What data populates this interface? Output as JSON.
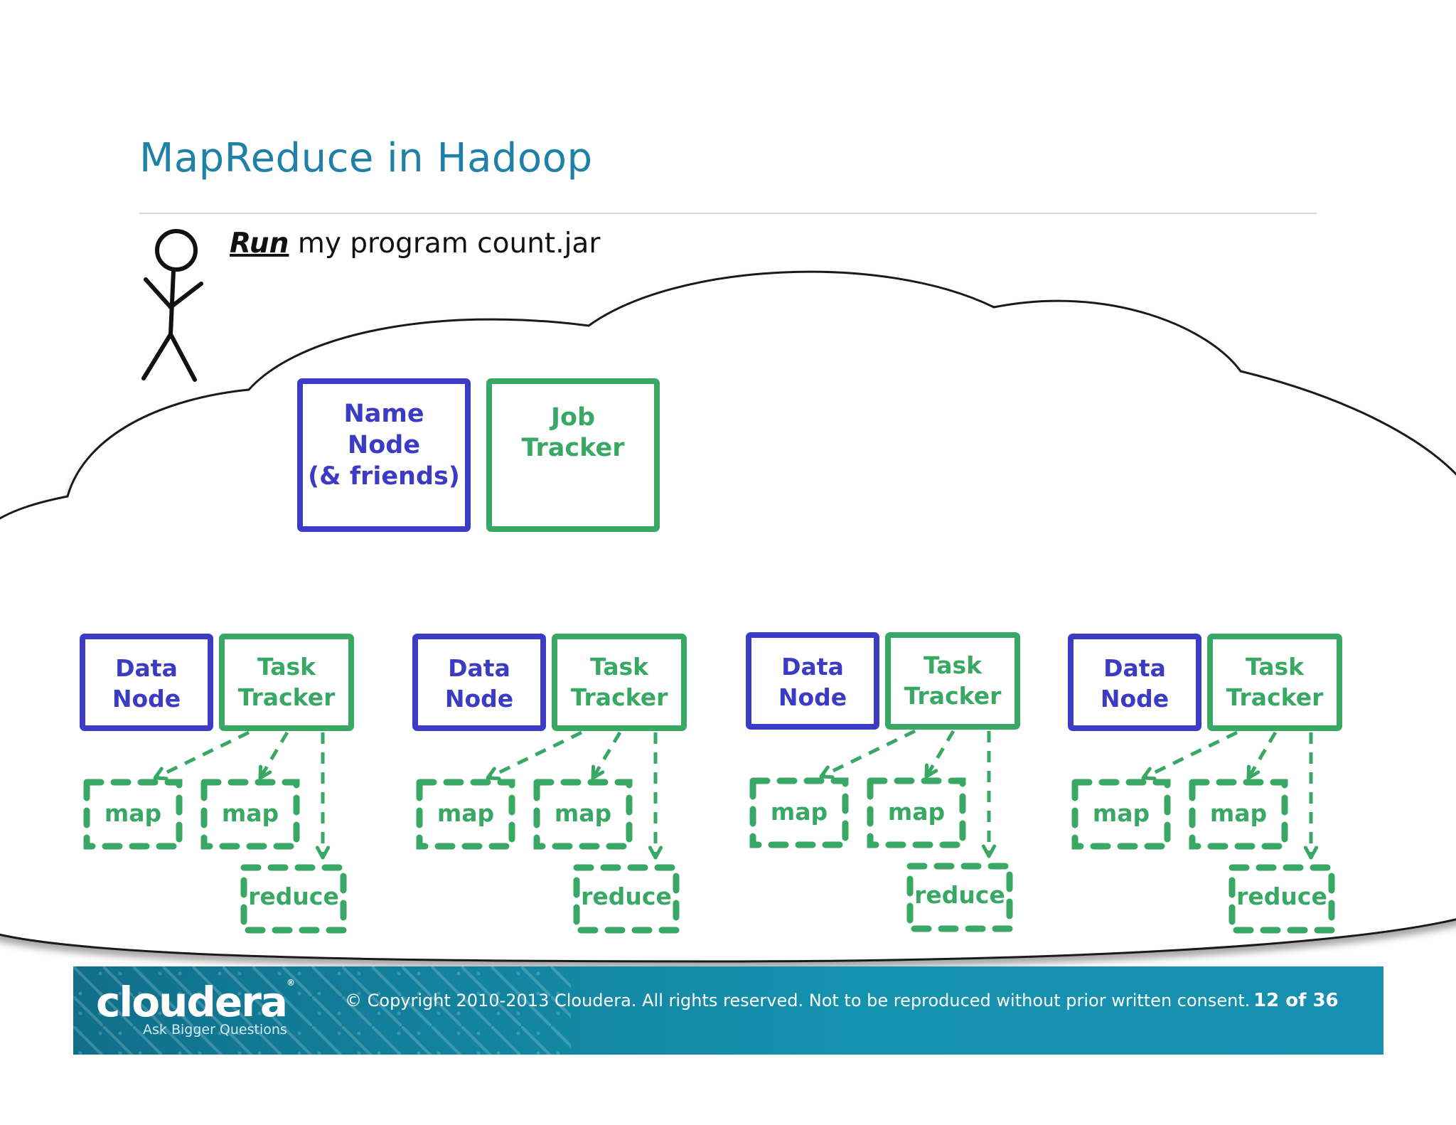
{
  "slide": {
    "title": "MapReduce in Hadoop"
  },
  "command": {
    "verb": "Run",
    "rest": " my program count.jar"
  },
  "master": {
    "name_node": [
      "Name",
      "Node",
      "(& friends)"
    ],
    "job_tracker": [
      "Job",
      "Tracker"
    ]
  },
  "workers": [
    {
      "data_node": [
        "Data",
        "Node"
      ],
      "task_tracker": [
        "Task",
        "Tracker"
      ],
      "maps": [
        "map",
        "map"
      ],
      "reduce": "reduce"
    },
    {
      "data_node": [
        "Data",
        "Node"
      ],
      "task_tracker": [
        "Task",
        "Tracker"
      ],
      "maps": [
        "map",
        "map"
      ],
      "reduce": "reduce"
    },
    {
      "data_node": [
        "Data",
        "Node"
      ],
      "task_tracker": [
        "Task",
        "Tracker"
      ],
      "maps": [
        "map",
        "map"
      ],
      "reduce": "reduce"
    },
    {
      "data_node": [
        "Data",
        "Node"
      ],
      "task_tracker": [
        "Task",
        "Tracker"
      ],
      "maps": [
        "map",
        "map"
      ],
      "reduce": "reduce"
    }
  ],
  "colors": {
    "title": "#1f80a8",
    "data_node": "#3b3bc4",
    "task_tracker": "#3aa865",
    "footer": "#1592ae"
  },
  "footer": {
    "logo": "cloudera",
    "logo_mark": "®",
    "tagline": "Ask Bigger Questions",
    "copyright": "© Copyright 2010-2013 Cloudera. All rights reserved. Not to be reproduced without prior written consent.",
    "page": "12 of 36"
  }
}
